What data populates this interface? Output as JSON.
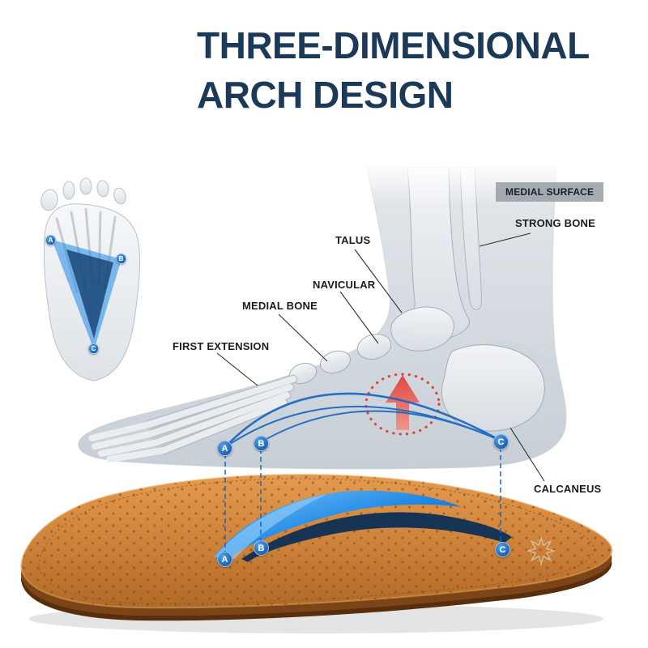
{
  "title": {
    "line1": "THREE-DIMENSIONAL",
    "line2": "ARCH DESIGN"
  },
  "annotations": {
    "medial_surface": "MEDIAL SURFACE",
    "strong_bone": "STRONG BONE",
    "talus": "TALUS",
    "navicular": "NAVICULAR",
    "medial_bone": "MEDIAL BONE",
    "first_extension": "FIRST EXTENSION",
    "calcaneus": "CALCANEUS"
  },
  "points": {
    "a": "A",
    "b": "B",
    "c": "C"
  },
  "colors": {
    "title": "#1c3a57",
    "label_text": "#1c1c1c",
    "arch_line_blue": "#1565c0",
    "marker_blue": "#1976d2",
    "lift_arrow_red": "#e23b30",
    "insole_top_orange": "#cd8038",
    "insole_edge_brown": "#6f3b12",
    "support_blue": "#1e88e5",
    "support_navy": "#0d2f55",
    "bone_gray": "#eef1f5"
  }
}
